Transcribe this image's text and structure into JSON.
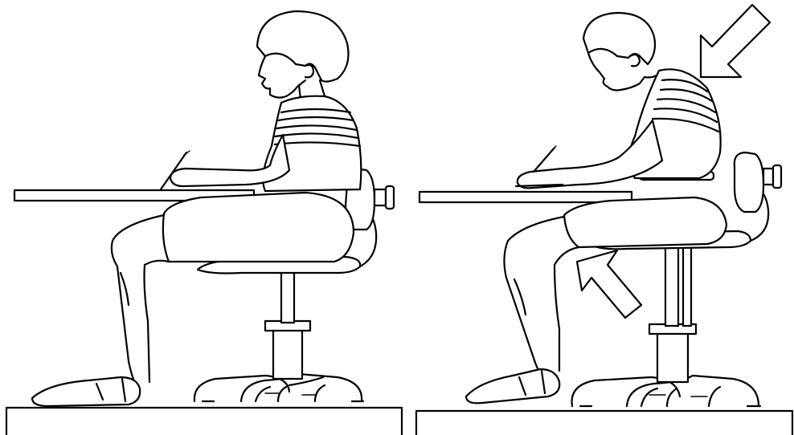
{
  "figure": {
    "panels": [
      {
        "posture": "correct-sitting-upright"
      },
      {
        "posture": "incorrect-sitting-slouched"
      }
    ],
    "arrows": [
      {
        "meaning": "pressure-on-upper-back"
      },
      {
        "meaning": "pressure-under-thighs"
      }
    ],
    "ink_color": "#000000",
    "background_color": "#ffffff"
  }
}
